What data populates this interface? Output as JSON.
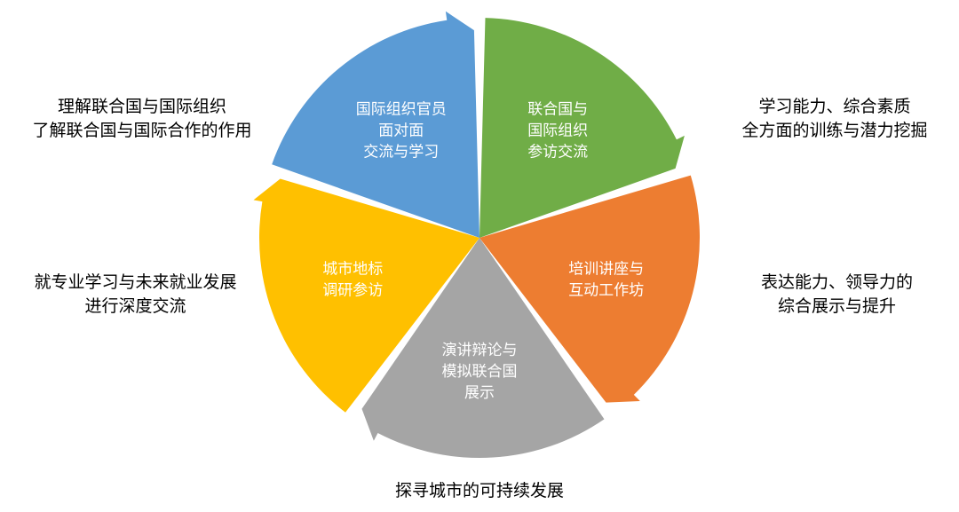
{
  "segments": [
    {
      "id": "green",
      "color": "#70AD47",
      "lines": [
        "联合国与",
        "国际组织",
        "参访交流"
      ]
    },
    {
      "id": "orange",
      "color": "#ED7D31",
      "lines": [
        "培训讲座与",
        "互动工作坊"
      ]
    },
    {
      "id": "gray",
      "color": "#A5A5A5",
      "lines": [
        "演讲辩论与",
        "模拟联合国",
        "展示"
      ]
    },
    {
      "id": "yellow",
      "color": "#FFC000",
      "lines": [
        "城市地标",
        "调研参访"
      ]
    },
    {
      "id": "blue",
      "color": "#5B9BD5",
      "lines": [
        "国际组织官员",
        "面对面",
        "交流与学习"
      ]
    }
  ],
  "descriptions": {
    "top_left": [
      "理解联合国与国际组织",
      "了解联合国与国际合作的作用"
    ],
    "top_right": [
      "学习能力、综合素质",
      "全方面的训练与潜力挖掘"
    ],
    "mid_left": [
      "就专业学习与未来就业发展",
      "进行深度交流"
    ],
    "mid_right": [
      "表达能力、领导力的",
      "综合展示与提升"
    ],
    "bottom": [
      "探寻城市的可持续发展"
    ]
  }
}
